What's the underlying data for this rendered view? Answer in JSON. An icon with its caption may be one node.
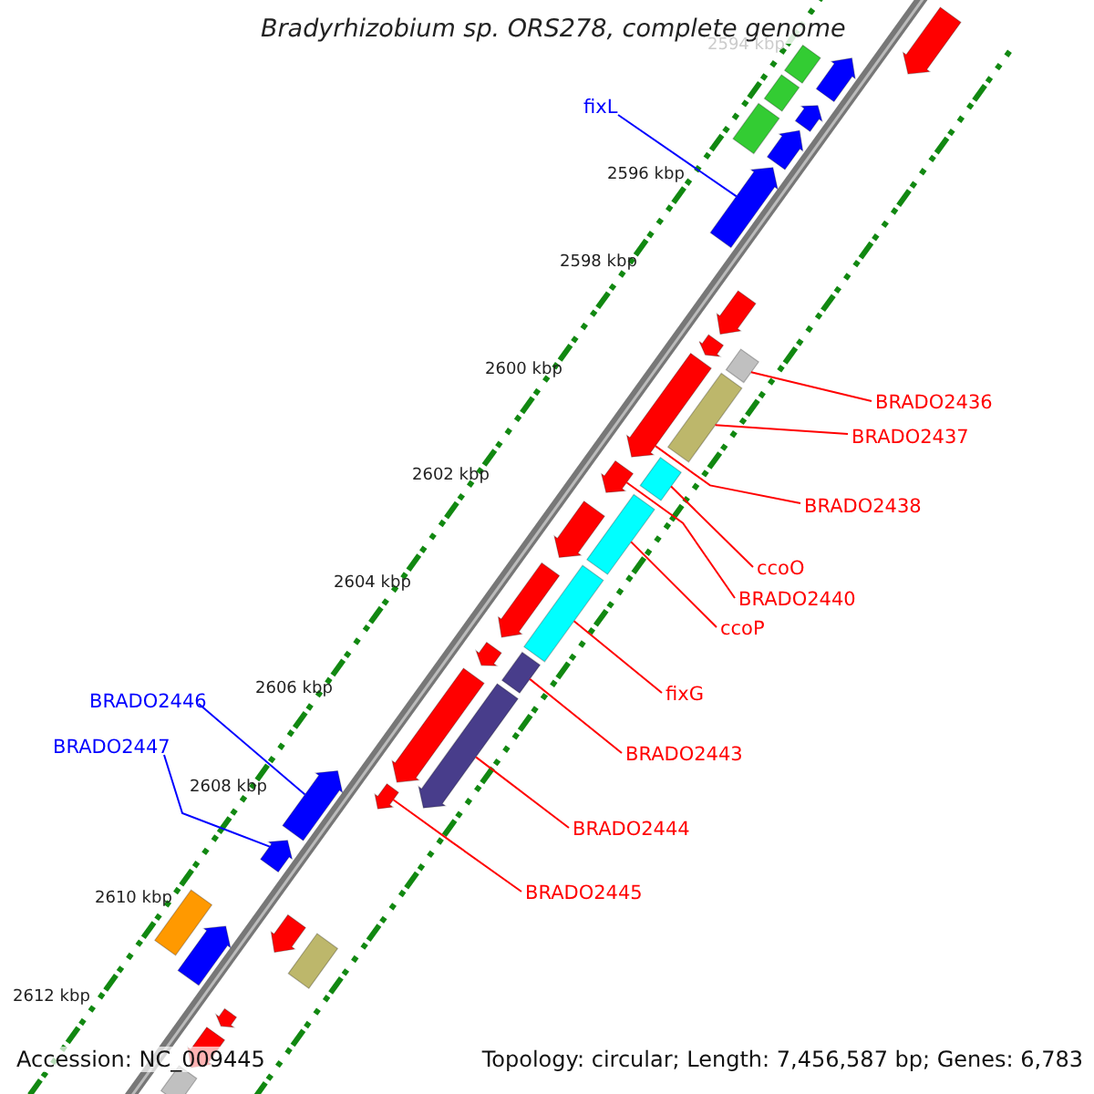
{
  "diagram": {
    "title": "Bradyrhizobium sp. ORS278, complete genome",
    "nodes": [
      {
        "text": [
          "fixL"
        ]
      },
      {
        "text": [],
        "shape": "arrow"
      },
      {
        "text": [
          "BRADO2436"
        ]
      },
      {
        "text": [],
        "shape": "box"
      },
      {
        "text": [
          "BRADO2437"
        ]
      },
      {
        "text": [],
        "shape": "box"
      },
      {
        "text": [
          "BRADO2438"
        ]
      },
      {
        "text": [],
        "shape": "arrow"
      },
      {
        "text": [
          "ccoO"
        ]
      },
      {
        "text": [],
        "shape": "box"
      },
      {
        "text": [
          "BRADO2440"
        ]
      },
      {
        "text": [],
        "shape": "arrow"
      },
      {
        "text": [
          "ccoP"
        ]
      },
      {
        "text": [],
        "shape": "box"
      },
      {
        "text": [
          "fixG"
        ]
      },
      {
        "text": [],
        "shape": "box"
      },
      {
        "text": [
          "BRADO2446"
        ]
      },
      {
        "text": [],
        "shape": "arrow"
      },
      {
        "text": [
          "BRADO2443"
        ]
      },
      {
        "text": [],
        "shape": "box"
      },
      {
        "text": [
          "BRADO2447"
        ]
      },
      {
        "text": [],
        "shape": "arrow"
      },
      {
        "text": [
          "BRADO2444"
        ]
      },
      {
        "text": [],
        "shape": "arrow"
      },
      {
        "text": [
          "BRADO2445"
        ]
      },
      {
        "text": [],
        "shape": "arrow"
      },
      {
        "text": [],
        "shape": "arrow"
      },
      {
        "text": [],
        "shape": "arrow"
      },
      {
        "text": [],
        "shape": "box"
      },
      {
        "text": [],
        "shape": "box"
      },
      {
        "text": [],
        "shape": "arrow"
      },
      {
        "text": [],
        "shape": "arrow"
      },
      {
        "text": [],
        "shape": "box"
      },
      {
        "text": [],
        "shape": "arrow"
      },
      {
        "text": [],
        "shape": "arrow"
      },
      {
        "text": [],
        "shape": "arrow"
      },
      {
        "text": [],
        "shape": "arrow"
      },
      {
        "text": [],
        "shape": "arrow"
      },
      {
        "text": [],
        "shape": "arrow"
      },
      {
        "text": [],
        "shape": "arrow"
      },
      {
        "text": [],
        "shape": "box"
      },
      {
        "text": [],
        "shape": "box"
      },
      {
        "text": [],
        "shape": "arrow"
      },
      {
        "text": [],
        "shape": "arrow"
      },
      {
        "text": [],
        "shape": "arrow"
      },
      {
        "text": [],
        "shape": "box"
      }
    ],
    "edges": [
      {
        "from": 0,
        "to": 1,
        "arrow": "none",
        "color": "#0000ff"
      },
      {
        "from": 2,
        "to": 3,
        "arrow": "none"
      },
      {
        "from": 4,
        "to": 5,
        "arrow": "none"
      },
      {
        "from": 6,
        "to": 7,
        "arrow": "none"
      },
      {
        "from": 8,
        "to": 9,
        "arrow": "none"
      },
      {
        "from": 10,
        "to": 11,
        "arrow": "none"
      },
      {
        "from": 12,
        "to": 13,
        "arrow": "none"
      },
      {
        "from": 14,
        "to": 15,
        "arrow": "none"
      },
      {
        "from": 16,
        "to": 17,
        "arrow": "none",
        "color": "#0000ff"
      },
      {
        "from": 18,
        "to": 19,
        "arrow": "none"
      },
      {
        "from": 20,
        "to": 21,
        "arrow": "none",
        "color": "#0000ff"
      },
      {
        "from": 22,
        "to": 23,
        "arrow": "none"
      },
      {
        "from": 24,
        "to": 25,
        "arrow": "none"
      }
    ],
    "labels": [
      "2594 kbp",
      "2596 kbp",
      "2598 kbp",
      "2600 kbp",
      "2602 kbp",
      "2604 kbp",
      "2606 kbp",
      "2608 kbp",
      "2610 kbp",
      "2612 kbp",
      "Accession: NC_009445",
      "Topology: circular; Length: 7,456,587 bp; Genes: 6,783"
    ]
  }
}
